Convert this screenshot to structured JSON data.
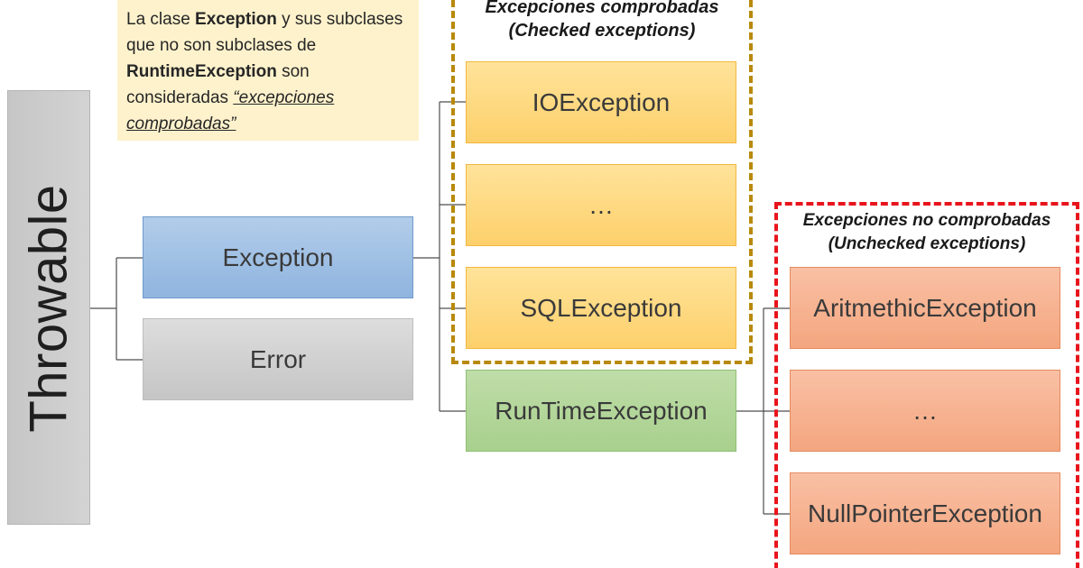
{
  "root": {
    "label": "Throwable"
  },
  "note": {
    "part1": "La clase ",
    "bold1": "Exception",
    "part2": " y sus subclases que no son subclases de ",
    "bold2": "RuntimeException",
    "part3": " son consideradas ",
    "emph": "“excepciones comprobadas”"
  },
  "level1": {
    "exception": "Exception",
    "error": "Error"
  },
  "checked_group": {
    "title_line1": "Excepciones comprobadas",
    "title_line2": "(Checked exceptions)",
    "items": [
      "IOException",
      "…",
      "SQLException"
    ]
  },
  "runtime": {
    "label": "RunTimeException"
  },
  "unchecked_group": {
    "title_line1": "Excepciones no comprobadas",
    "title_line2": "(Unchecked exceptions)",
    "items": [
      "AritmethicException",
      "…",
      "NullPointerException"
    ]
  },
  "colors": {
    "exception_fill": "#9dc0e6",
    "error_fill": "#d0d0d0",
    "checked_fill": "#fed77f",
    "runtime_fill": "#b3d89b",
    "unchecked_fill": "#f7b292",
    "checked_border": "#b8890a",
    "unchecked_border": "#e8141c",
    "note_fill": "#fef2cc"
  }
}
